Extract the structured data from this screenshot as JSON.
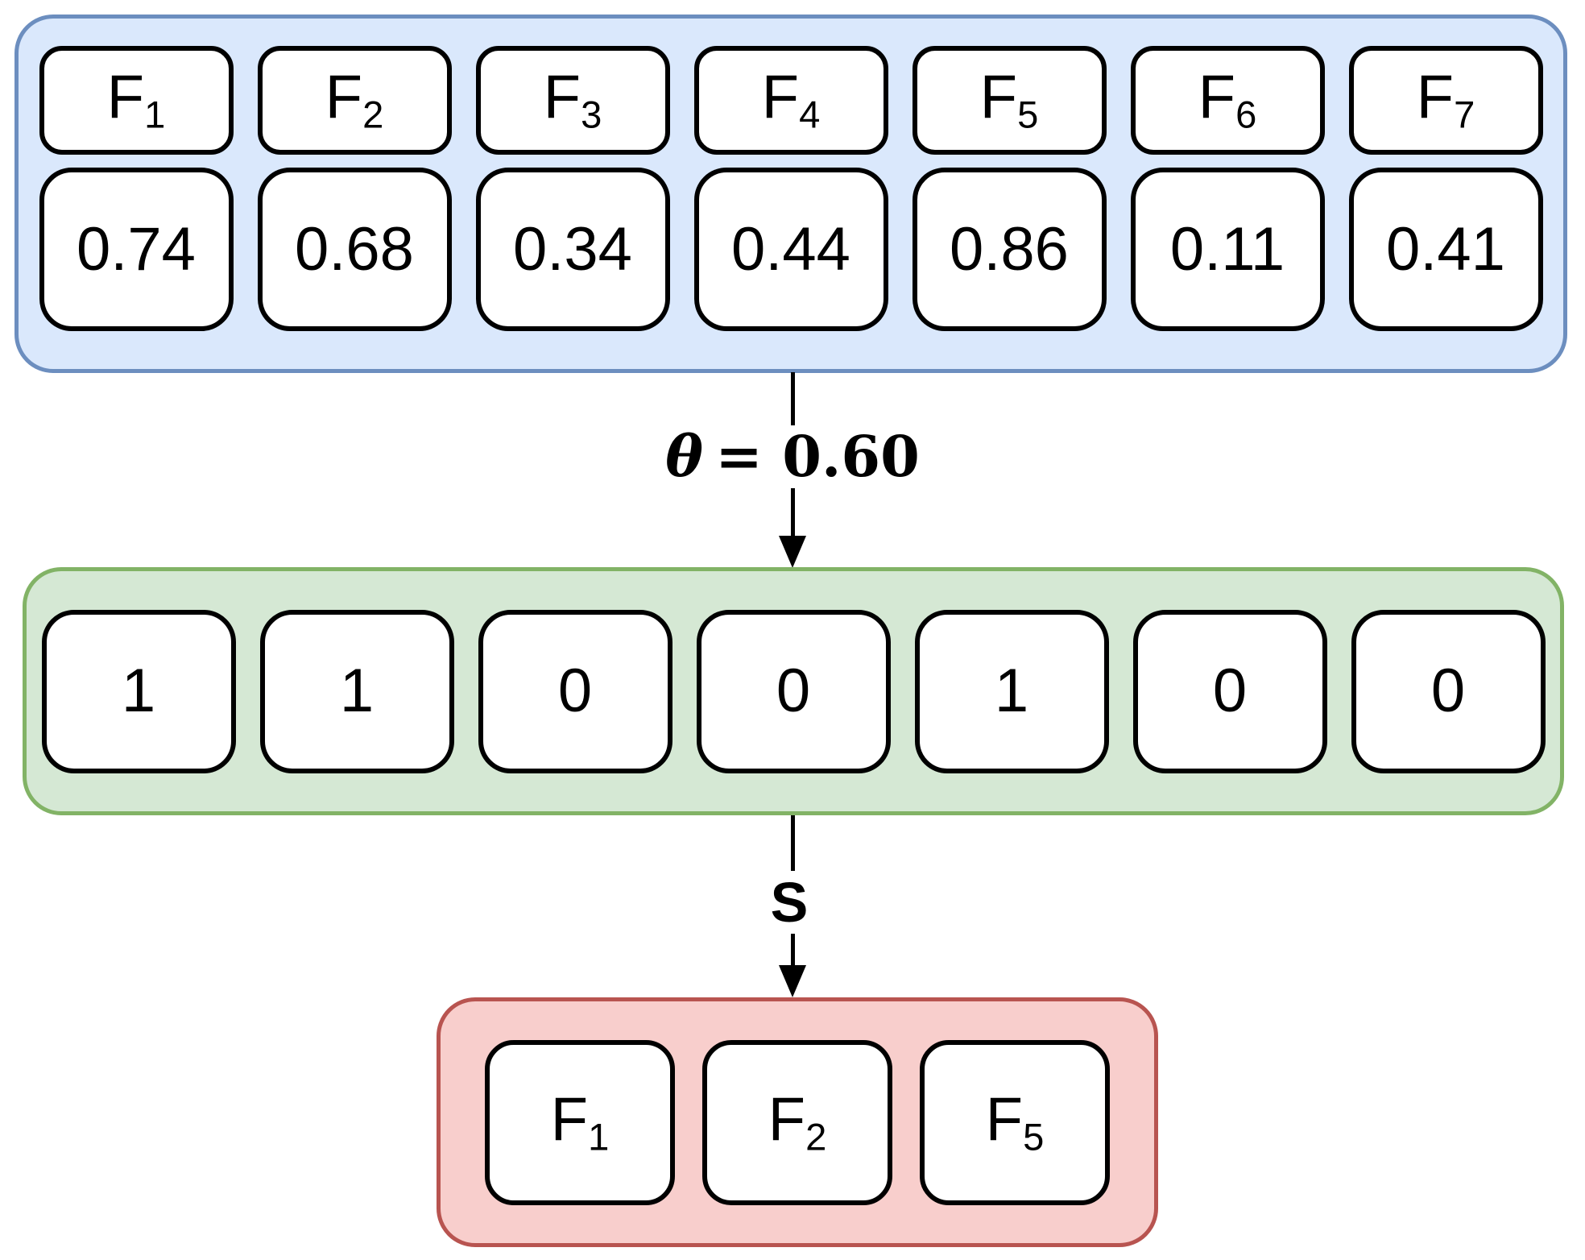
{
  "diagram": {
    "colors": {
      "feature_scores_fill": "#dae8fc",
      "feature_scores_border": "#6c8ebf",
      "binary_mask_fill": "#d5e8d4",
      "binary_mask_border": "#82b366",
      "selected_features_fill": "#f8cecc",
      "selected_features_border": "#b85450",
      "box_fill": "#ffffff",
      "box_border": "#000000",
      "arrow_color": "#000000"
    },
    "feature_scores": {
      "features": [
        {
          "base": "F",
          "sub": "1"
        },
        {
          "base": "F",
          "sub": "2"
        },
        {
          "base": "F",
          "sub": "3"
        },
        {
          "base": "F",
          "sub": "4"
        },
        {
          "base": "F",
          "sub": "5"
        },
        {
          "base": "F",
          "sub": "6"
        },
        {
          "base": "F",
          "sub": "7"
        }
      ],
      "scores": [
        "0.74",
        "0.68",
        "0.34",
        "0.44",
        "0.86",
        "0.11",
        "0.41"
      ]
    },
    "threshold_arrow": {
      "symbol": "θ",
      "rest": "= 0.60"
    },
    "binary_mask": {
      "bits": [
        "1",
        "1",
        "0",
        "0",
        "1",
        "0",
        "0"
      ]
    },
    "selection_arrow": {
      "label": "S"
    },
    "selected_features": {
      "features": [
        {
          "base": "F",
          "sub": "1"
        },
        {
          "base": "F",
          "sub": "2"
        },
        {
          "base": "F",
          "sub": "5"
        }
      ]
    }
  }
}
